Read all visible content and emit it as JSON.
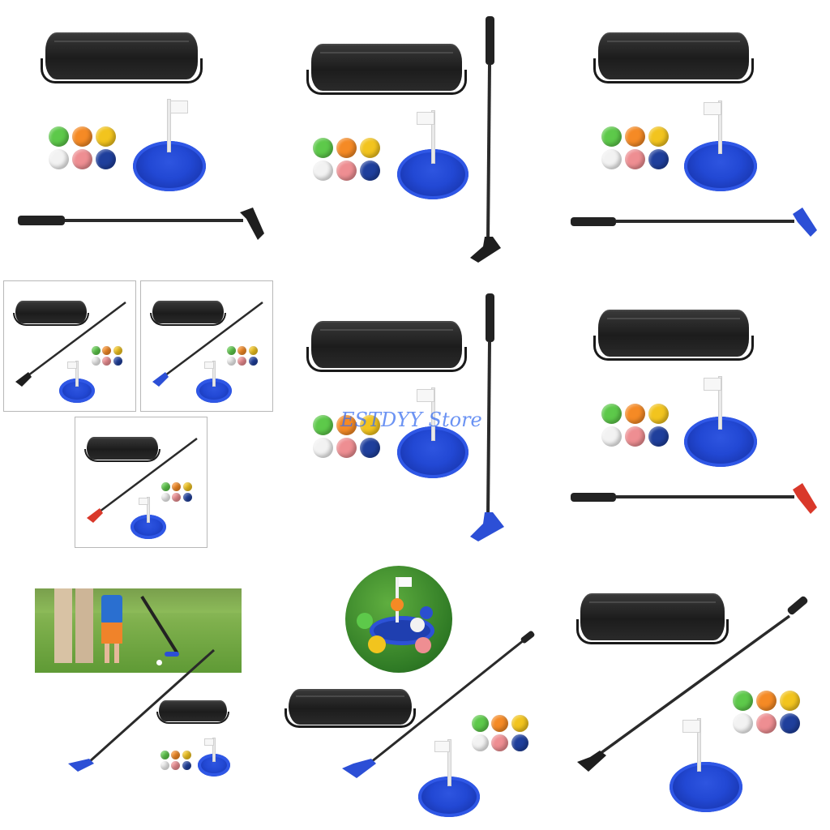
{
  "watermark": {
    "text": "ESTDYY Store",
    "color": "#3a6ff0"
  },
  "putter_head_colors": {
    "black": "#1e1e1e",
    "blue": "#2c4fd6",
    "red": "#d9382a"
  },
  "ball_colors": [
    "#5dc94a",
    "#f58a25",
    "#f2c41e",
    "#f2f2f2",
    "#ee8e92",
    "#1f3f9c"
  ],
  "cup_color": "#2248d4",
  "icons": [
    "bag-icon",
    "golf-ball-icon",
    "flag-cup-icon",
    "putter-icon",
    "lifestyle-photo",
    "closeup-photo"
  ]
}
